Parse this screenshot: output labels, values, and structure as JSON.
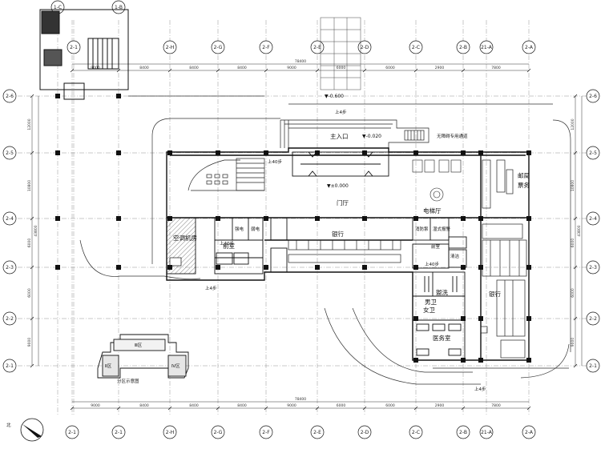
{
  "axes_top": [
    "1-C",
    "1-B",
    "2-1",
    "2-H",
    "2-G",
    "2-F",
    "2-E",
    "2-D",
    "2-C",
    "2-B",
    "21-A",
    "2-A"
  ],
  "axes_bottom": [
    "2-1",
    "2-1",
    "2-H",
    "2-G",
    "2-F",
    "2-E",
    "2-D",
    "2-C",
    "2-B",
    "21-A",
    "2-A"
  ],
  "axes_left": [
    "2-6",
    "2-5",
    "2-4",
    "2-3",
    "2-2",
    "2-1"
  ],
  "axes_right": [
    "2-6",
    "2-5",
    "2-4",
    "2-3",
    "2-2",
    "2-1"
  ],
  "top_subaxes": [
    "2-6",
    "2-5"
  ],
  "dims_top": [
    "9000",
    "8400",
    "8400",
    "8400",
    "9000",
    "6000",
    "6000",
    "2900",
    "7800"
  ],
  "dims_top_total": "78400",
  "dims_bottom": [
    "9000",
    "8400",
    "8400",
    "8400",
    "9000",
    "6000",
    "6000",
    "2900",
    "7800"
  ],
  "dims_bottom_total": "78400",
  "dims_left": [
    "12000",
    "10800",
    "6000",
    "6000",
    "9000"
  ],
  "dims_left_total": "43800",
  "dims_right": [
    "12000",
    "10800",
    "6000",
    "6000",
    "9000"
  ],
  "dims_right_total": "43800",
  "elevations": {
    "outer": "▼-0.600",
    "entry": "▼-0.020",
    "hall": "▼±0.000"
  },
  "labels": {
    "main_entrance": "主入口",
    "accessible_passage": "无障碍专用通道",
    "lobby": "门厅",
    "elevator_hall": "电梯厅",
    "bank": "银行",
    "bank_right": "银行",
    "post_ticket": "邮局票务",
    "ac_room": "空调机房",
    "anteroom_left": "前室",
    "anteroom_right": "前室",
    "strong_power": "强电",
    "weak_power": "弱电",
    "fire_pump": "消防泵",
    "wet_fire": "湿式报警",
    "mens_wc": "男卫",
    "womens_wc": "女卫",
    "washroom": "盥洗",
    "cleaning": "清洁",
    "medical": "医务室",
    "zone_map": "分区示意图",
    "zone_3": "Ⅲ区",
    "zone_2": "Ⅱ区",
    "zone_4": "Ⅳ区",
    "north": "北"
  },
  "step_labels": [
    "上4步",
    "上40步",
    "上40步",
    "上40步",
    "上4步",
    "上4步"
  ],
  "colors": {
    "line": "#111111",
    "grid": "#555555",
    "column": "#111111"
  }
}
